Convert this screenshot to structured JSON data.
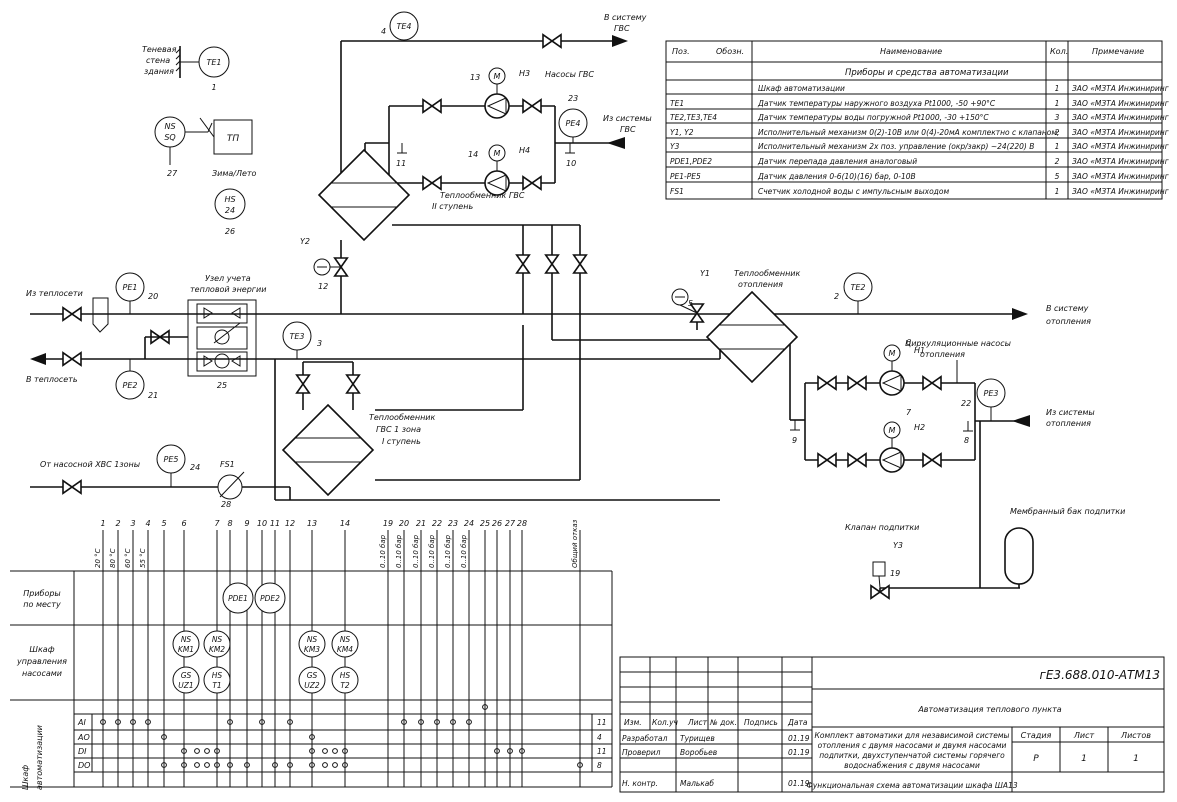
{
  "top": {
    "to_gvs": [
      "В систему",
      "ГВС"
    ],
    "from_gvs": [
      "Из системы",
      "ГВС"
    ],
    "to_heating": [
      "В систему",
      "отопления"
    ],
    "from_heating": [
      "Из системы",
      "отопления"
    ],
    "from_heat_net": "Из теплосети",
    "to_heat_net": "В теплосеть",
    "from_hvs": "От насосной ХВС 1зоны",
    "wall": [
      "Теневая",
      "стена",
      "здания"
    ],
    "tp": "ТП",
    "winter_summer": "Зима/Лето",
    "pumps_gvs": "Насосы ГВС",
    "hx_gvs2": [
      "Теплообменник ГВС",
      "II ступень"
    ],
    "hx_gvs1": [
      "Теплообменник",
      "ГВС 1 зона",
      "I ступень"
    ],
    "hx_heating": [
      "Теплообменник",
      "отопления"
    ],
    "heat_meter": [
      "Узел учета",
      "тепловой энергии"
    ],
    "circ_pumps": [
      "Циркуляционные насосы",
      "отопления"
    ],
    "makeup_valve": "Клапан подпитки",
    "membrane_tank": "Мембранный бак подпитки"
  },
  "instruments": {
    "te1": {
      "tag": "TE1",
      "num": "1"
    },
    "te2": {
      "tag": "TE2",
      "num": "2"
    },
    "te3": {
      "tag": "TE3",
      "num": "3"
    },
    "te4": {
      "tag": "TE4",
      "num": "4"
    },
    "pe1": {
      "tag": "PE1",
      "num": "20"
    },
    "pe2": {
      "tag": "PE2",
      "num": "21"
    },
    "pe3": {
      "tag": "PE3",
      "num": "22"
    },
    "pe4": {
      "tag": "PE4",
      "num": "23"
    },
    "pe5": {
      "tag": "PE5",
      "num": "24"
    },
    "ns_sq": {
      "l1": "NS",
      "l2": "SQ",
      "num": "27"
    },
    "hs": {
      "l1": "HS",
      "l2": "24",
      "num": "26"
    },
    "fs1": {
      "tag": "FS1",
      "num": "28"
    },
    "heat_meter_num": "25",
    "y1": "Y1",
    "y2": "Y2",
    "y3": "Y3",
    "y1_num": "5",
    "y2_num": "12",
    "y3_num": "19",
    "m": "M",
    "h1": "H1",
    "h2": "H2",
    "h3": "H3",
    "h4": "H4",
    "m_nums": [
      "13",
      "14",
      "6",
      "7"
    ],
    "tap_nums": [
      "11",
      "10",
      "9",
      "8"
    ]
  },
  "columns": {
    "numbers": [
      "1",
      "2",
      "3",
      "4",
      "5",
      "6",
      "7",
      "8",
      "9",
      "10",
      "11",
      "12",
      "13",
      "14",
      "19",
      "20",
      "21",
      "22",
      "23",
      "24",
      "25",
      "26",
      "27",
      "28"
    ],
    "temps": [
      "20 °С",
      "80 °С",
      "60 °С",
      "55 °С"
    ],
    "pressures": [
      "0..10 бар",
      "0..10 бар",
      "0..10 бар",
      "0..10 бар",
      "0..10 бар",
      "0..10 бар"
    ],
    "common_fault": "Общий отказ"
  },
  "rows": {
    "local": [
      "Приборы",
      "по месту"
    ],
    "pump_cabinet": [
      "Шкаф",
      "управления",
      "насосами"
    ],
    "auto_cabinet": [
      "Шкаф",
      "автоматизации"
    ],
    "io": [
      "AI",
      "AO",
      "DI",
      "DO"
    ],
    "io_counts": [
      "11",
      "4",
      "11",
      "8"
    ]
  },
  "cabinet_devices": {
    "pde1": "PDE1",
    "pde2": "PDE2",
    "ns_km1": [
      "NS",
      "KM1"
    ],
    "ns_km2": [
      "NS",
      "KM2"
    ],
    "gs_uz1": [
      "GS",
      "UZ1"
    ],
    "hs_t1": [
      "HS",
      "T1"
    ],
    "ns_km3": [
      "NS",
      "KM3"
    ],
    "ns_km4": [
      "NS",
      "KM4"
    ],
    "gs_uz2": [
      "GS",
      "UZ2"
    ],
    "hs_t2": [
      "HS",
      "T2"
    ]
  },
  "spec_table": {
    "headers": [
      "Поз.",
      "Обозн.",
      "Наименование",
      "Кол.",
      "Примечание"
    ],
    "section": "Приборы и средства автоматизации",
    "rows": [
      {
        "pos": "",
        "name": "Шкаф автоматизации",
        "qty": "1",
        "note": "ЗАО «МЗТА Инжиниринг"
      },
      {
        "pos": "TE1",
        "name": "Датчик температуры наружного воздуха Pt1000, -50 +90°C",
        "qty": "1",
        "note": "ЗАО «МЗТА Инжиниринг"
      },
      {
        "pos": "TE2,TE3,TE4",
        "name": "Датчик температуры воды погружной Pt1000, -30 +150°C",
        "qty": "3",
        "note": "ЗАО «МЗТА Инжиниринг"
      },
      {
        "pos": "Y1, Y2",
        "name": "Исполнительный механизм 0(2)-10В или 0(4)-20мА комплектно с клапаном;",
        "qty": "2",
        "note": "ЗАО «МЗТА Инжиниринг"
      },
      {
        "pos": "Y3",
        "name": "Исполнительный механизм 2х поз. управление (окр/закр) ~24(220) В",
        "qty": "1",
        "note": "ЗАО «МЗТА Инжиниринг"
      },
      {
        "pos": "PDE1,PDE2",
        "name": "Датчик перепада давления аналоговый",
        "qty": "2",
        "note": "ЗАО «МЗТА Инжиниринг"
      },
      {
        "pos": "PE1-PE5",
        "name": "Датчик давления 0-6(10)(16) бар, 0-10В",
        "qty": "5",
        "note": "ЗАО «МЗТА Инжиниринг"
      },
      {
        "pos": "FS1",
        "name": "Счетчик холодной воды с импульсным выходом",
        "qty": "1",
        "note": "ЗАО «МЗТА Инжиниринг"
      }
    ]
  },
  "title_block": {
    "code": "гЕ3.688.010-АТМ13",
    "project": "Автоматизация теплового пункта",
    "headers": [
      "Изм.",
      "Кол.уч",
      "Лист",
      "№ док.",
      "Подпись",
      "Дата"
    ],
    "rows": [
      {
        "role": "Разработал",
        "name": "Турищев",
        "date": "01.19"
      },
      {
        "role": "Проверил",
        "name": "Воробьев",
        "date": "01.19"
      },
      {
        "role": "Н. контр.",
        "name": "Малькаб",
        "date": "01.19"
      }
    ],
    "description": [
      "Комплект автоматики для независимой системы",
      "отопления с двумя насосами и двумя насосами",
      "подпитки, двухступенчатой системы горячего",
      "водоснабжения с двумя насосами"
    ],
    "sheet_title": "Функциональная схема автоматизации шкафа ША13",
    "stage_label": "Стадия",
    "sheet_label": "Лист",
    "sheets_label": "Листов",
    "stage": "Р",
    "sheet": "1",
    "sheets": "1"
  }
}
